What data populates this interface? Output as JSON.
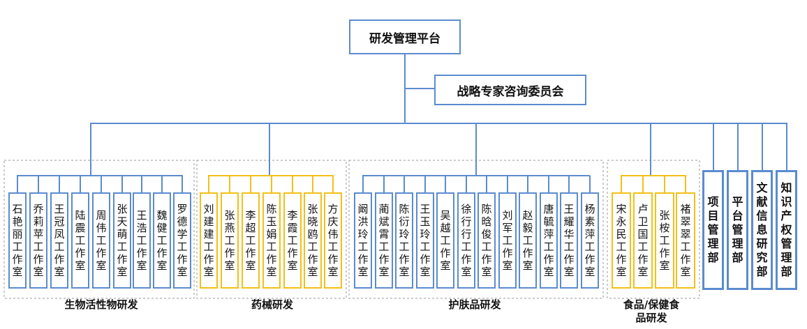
{
  "root": "研发管理平台",
  "committee": "战略专家咨询委员会",
  "groups": [
    {
      "label": "生物活性物研发",
      "members": [
        "石艳丽工作室",
        "乔莉苹工作室",
        "王冠凤工作室",
        "陆震工作室",
        "周伟工作室",
        "张天萌工作室",
        "王浩工作室",
        "魏健工作室",
        "罗德学工作室"
      ]
    },
    {
      "label": "药械研发",
      "members": [
        "刘建建工作室",
        "张燕工作室",
        "李超工作室",
        "陈玉娟工作室",
        "李霞工作室",
        "张晓鸥工作室",
        "方庆伟工作室"
      ]
    },
    {
      "label": "护肤品研发",
      "members": [
        "阚洪玲工作室",
        "蔺斌霄工作室",
        "陈衍玲工作室",
        "王玉玲工作室",
        "吴越工作室",
        "徐行行工作室",
        "陈晗俊工作室",
        "刘军工作室",
        "赵毅工作室",
        "唐毓萍工作室",
        "王耀华工作室",
        "杨素萍工作室"
      ]
    },
    {
      "label": "食品/保健食品研发",
      "members": [
        "宋永民工作室",
        "卢卫国工作室",
        "张桉工作室",
        "褚翠翠工作室"
      ]
    }
  ],
  "departments": [
    "项目管理部",
    "平台管理部",
    "文献信息研究部",
    "知识产权管理部"
  ],
  "colors": {
    "blue": "#5b8bd0",
    "gold": "#f2c018",
    "dash": "#9a9a9a"
  }
}
